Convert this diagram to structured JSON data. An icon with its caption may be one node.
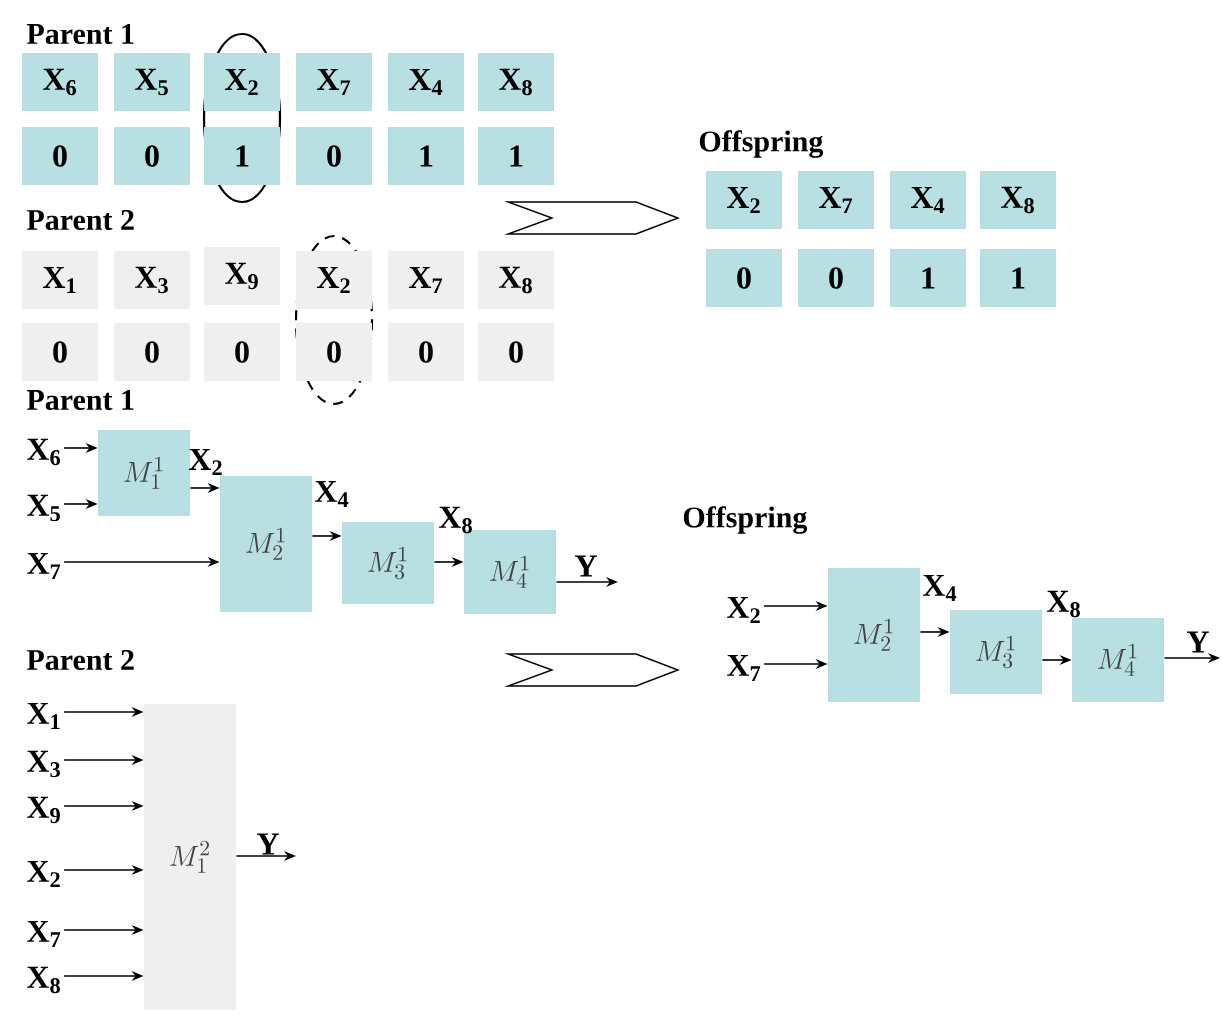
{
  "diagram": {
    "nodes": [
      {
        "text": [
          "X$_{6}$"
        ]
      },
      {
        "text": [
          "X$_{5}$"
        ]
      },
      {
        "text": [
          "X$_{2}$"
        ]
      },
      {
        "text": [
          "X$_{7}$"
        ]
      },
      {
        "text": [
          "X$_{4}$"
        ]
      },
      {
        "text": [
          "X$_{8}$"
        ]
      },
      {
        "text": [
          "0"
        ]
      },
      {
        "text": [
          "0"
        ]
      },
      {
        "text": [
          "1"
        ]
      },
      {
        "text": [
          "0"
        ]
      },
      {
        "text": [
          "1"
        ]
      },
      {
        "text": [
          "1"
        ]
      },
      {
        "text": [
          "X$_{1}$"
        ]
      },
      {
        "text": [
          "X$_{3}$"
        ]
      },
      {
        "text": [
          "X$_{9}$"
        ]
      },
      {
        "text": [
          "X$_{2}$"
        ]
      },
      {
        "text": [
          "X$_{7}$"
        ]
      },
      {
        "text": [
          "X$_{8}$"
        ]
      },
      {
        "text": [
          "0"
        ]
      },
      {
        "text": [
          "0"
        ]
      },
      {
        "text": [
          "0"
        ]
      },
      {
        "text": [
          "0"
        ]
      },
      {
        "text": [
          "0"
        ]
      },
      {
        "text": [
          "0"
        ]
      },
      {
        "text": [
          "X$_{2}$"
        ]
      },
      {
        "text": [
          "X$_{7}$"
        ]
      },
      {
        "text": [
          "X$_{4}$"
        ]
      },
      {
        "text": [
          "X$_{8}$"
        ]
      },
      {
        "text": [
          "0"
        ]
      },
      {
        "text": [
          "0"
        ]
      },
      {
        "text": [
          "1"
        ]
      },
      {
        "text": [
          "1"
        ]
      },
      {
        "text": [
          "X$_{6}$"
        ]
      },
      {
        "text": [
          "M_{1}^{1}"
        ]
      },
      {
        "text": [
          "X$_{5}$"
        ]
      },
      {
        "text": [
          "X$_{7}$"
        ]
      },
      {
        "text": [
          "M_{2}^{1}"
        ]
      },
      {
        "text": [
          "M_{3}^{1}"
        ]
      },
      {
        "text": [
          "M_{4}^{1}"
        ]
      },
      {
        "text": [
          "X$_{2}$"
        ]
      },
      {
        "text": [
          "X$_{7}$"
        ]
      },
      {
        "text": [
          "M_{2}^{1}"
        ]
      },
      {
        "text": [
          "M_{3}^{1}"
        ]
      },
      {
        "text": [
          "M_{4}^{1}"
        ]
      },
      {
        "text": [
          "X$_{1}$"
        ]
      },
      {
        "text": [
          "X$_{3}$"
        ]
      },
      {
        "text": [
          "X$_{9}$"
        ]
      },
      {
        "text": [
          "X$_{2}$"
        ]
      },
      {
        "text": [
          "X$_{7}$"
        ]
      },
      {
        "text": [
          "X$_{8}$"
        ]
      },
      {
        "text": [
          "M_{1}^{2}"
        ]
      }
    ],
    "edges": [
      {
        "from": 32,
        "to": 33,
        "arrow": "to"
      },
      {
        "from": 34,
        "to": 33,
        "arrow": "to"
      },
      {
        "from": 35,
        "to": 36,
        "arrow": "to"
      },
      {
        "from": 33,
        "to": 36,
        "arrow": "to",
        "label": "X$_{2}$"
      },
      {
        "from": 36,
        "to": 37,
        "arrow": "to",
        "label": "X$_{4}$"
      },
      {
        "from": 37,
        "to": 38,
        "arrow": "to",
        "label": "X$_{8}$"
      },
      {
        "from": 38,
        "to": null,
        "arrow": "to",
        "label": "Y"
      },
      {
        "from": 39,
        "to": 41,
        "arrow": "to"
      },
      {
        "from": 40,
        "to": 41,
        "arrow": "to"
      },
      {
        "from": 41,
        "to": 42,
        "arrow": "to",
        "label": "X$_{4}$"
      },
      {
        "from": 42,
        "to": 43,
        "arrow": "to",
        "label": "X$_{8}$"
      },
      {
        "from": 43,
        "to": null,
        "arrow": "to",
        "label": "Y"
      },
      {
        "from": 44,
        "to": 50,
        "arrow": "to"
      },
      {
        "from": 45,
        "to": 50,
        "arrow": "to"
      },
      {
        "from": 46,
        "to": 50,
        "arrow": "to"
      },
      {
        "from": 47,
        "to": 50,
        "arrow": "to"
      },
      {
        "from": 48,
        "to": 50,
        "arrow": "to"
      },
      {
        "from": 49,
        "to": 50,
        "arrow": "to"
      },
      {
        "from": 50,
        "to": null,
        "arrow": "to",
        "label": "Y"
      }
    ],
    "labels": [
      "Parent 1",
      "Offspring",
      "Parent 2",
      "Parent 1",
      "Offspring",
      "Parent 2"
    ]
  }
}
